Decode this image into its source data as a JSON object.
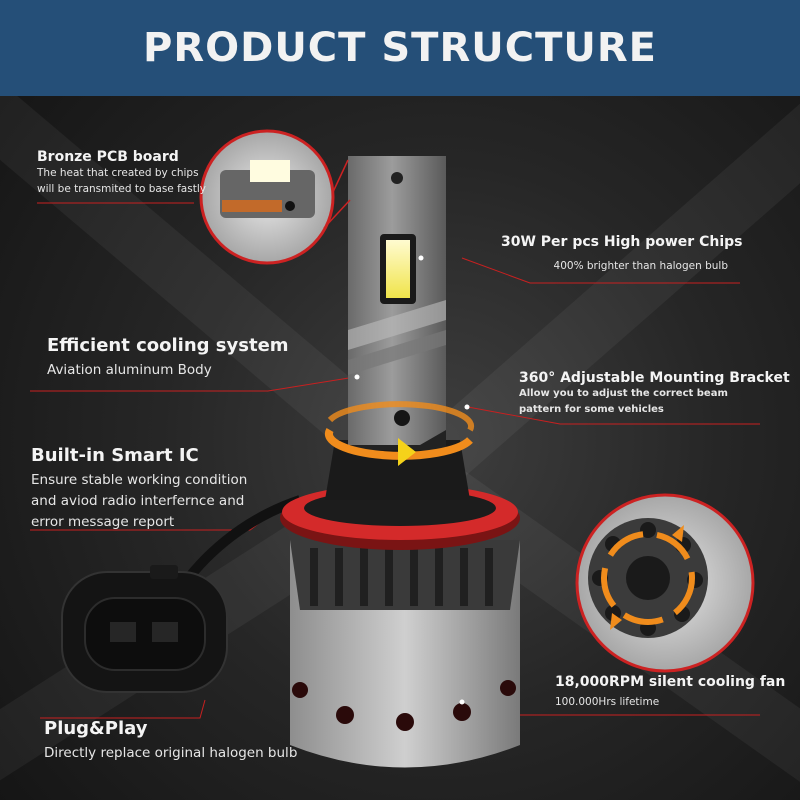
{
  "header": {
    "title": "PRODUCT STRUCTURE"
  },
  "colors": {
    "banner": "#254f78",
    "accent_red": "#d42424",
    "arrow_orange": "#f08c1c",
    "led_yellow": "#f5ee7a"
  },
  "features": {
    "pcb": {
      "title": "Bronze PCB board",
      "desc_lines": [
        "The heat that created by chips",
        "will be transmited to base fastly"
      ]
    },
    "chips": {
      "title": "30W Per pcs High power Chips",
      "desc": "400% brighter than halogen bulb"
    },
    "cooling": {
      "title": "Efficient cooling system",
      "desc": "Aviation aluminum Body"
    },
    "bracket": {
      "title": "360° Adjustable Mounting Bracket",
      "desc_lines": [
        "Allow you to adjust the correct beam",
        "pattern for some vehicles"
      ]
    },
    "ic": {
      "title": "Built-in Smart IC",
      "desc_lines": [
        "Ensure stable working condition",
        "and aviod radio interfernce and",
        "error message report"
      ]
    },
    "fan": {
      "title": "18,000RPM silent cooling fan",
      "desc": "100.000Hrs lifetime"
    },
    "plug": {
      "title": "Plug&Play",
      "desc": "Directly replace original halogen bulb"
    }
  }
}
